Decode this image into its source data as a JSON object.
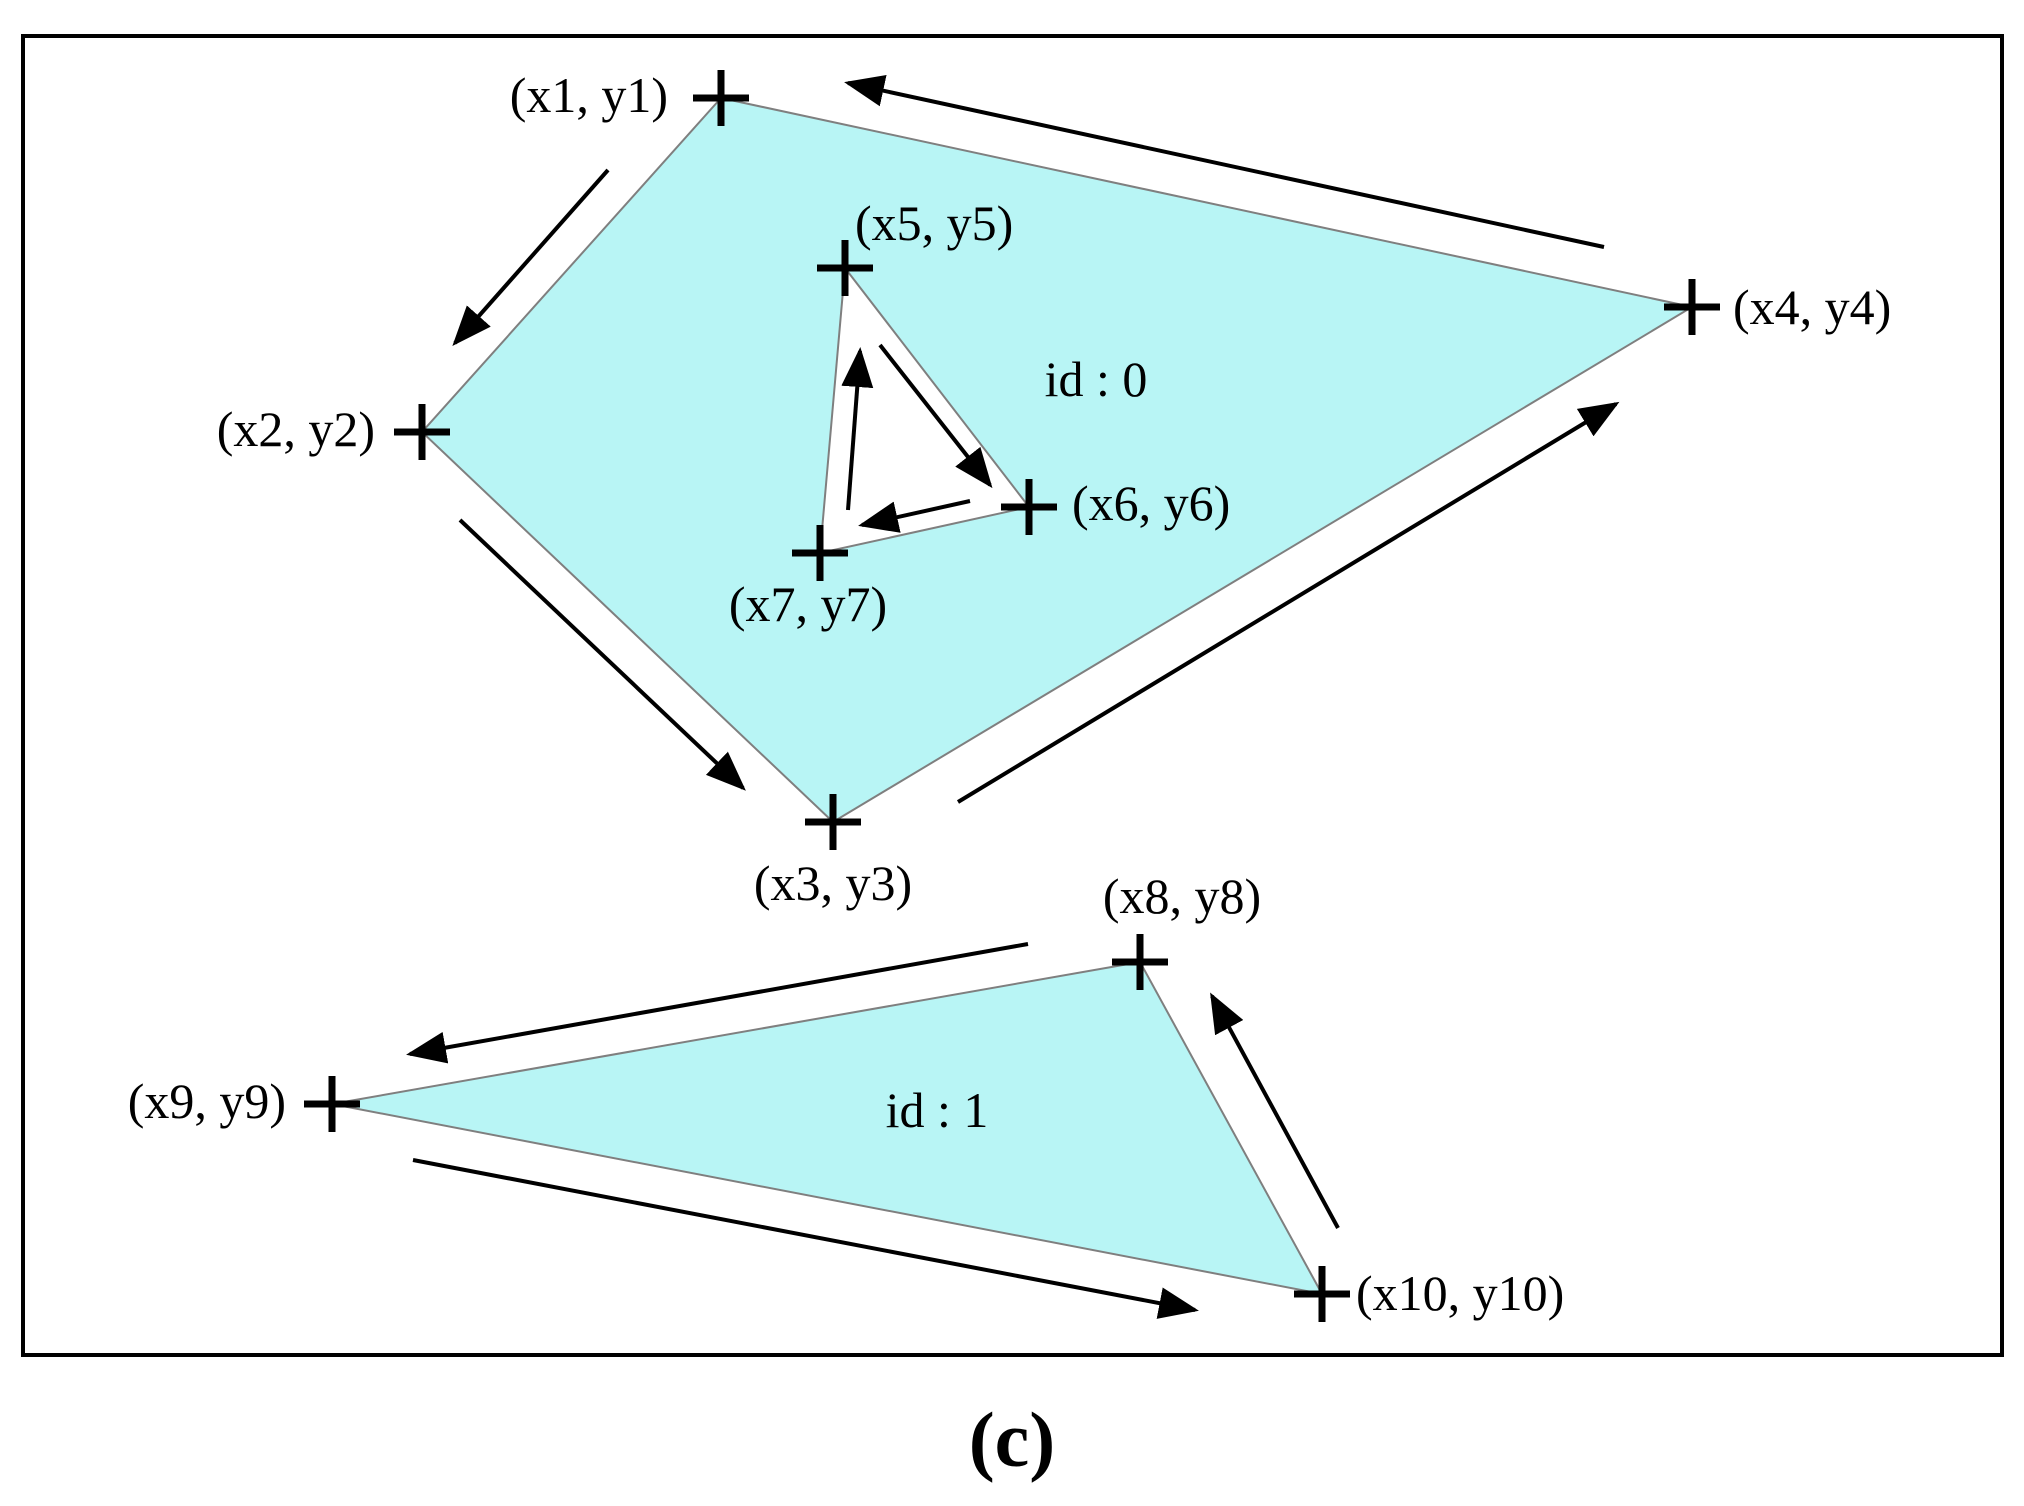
{
  "vertices": [
    {
      "id": "v1",
      "label": "(x1, y1)"
    },
    {
      "id": "v2",
      "label": "(x2, y2)"
    },
    {
      "id": "v3",
      "label": "(x3, y3)"
    },
    {
      "id": "v4",
      "label": "(x4, y4)"
    },
    {
      "id": "v5",
      "label": "(x5, y5)"
    },
    {
      "id": "v6",
      "label": "(x6, y6)"
    },
    {
      "id": "v7",
      "label": "(x7, y7)"
    },
    {
      "id": "v8",
      "label": "(x8, y8)"
    },
    {
      "id": "v9",
      "label": "(x9, y9)"
    },
    {
      "id": "v10",
      "label": "(x10, y10)"
    }
  ],
  "polygons": [
    {
      "id_label": "id : 0",
      "outer": [
        "v1",
        "v2",
        "v3",
        "v4"
      ],
      "hole": [
        "v5",
        "v6",
        "v7"
      ]
    },
    {
      "id_label": "id : 1",
      "outer": [
        "v8",
        "v9",
        "v10"
      ]
    }
  ],
  "caption": "(c)",
  "colors": {
    "fill": "#b8f5f5",
    "edge": "#7f7f7f",
    "ink": "#000000"
  }
}
